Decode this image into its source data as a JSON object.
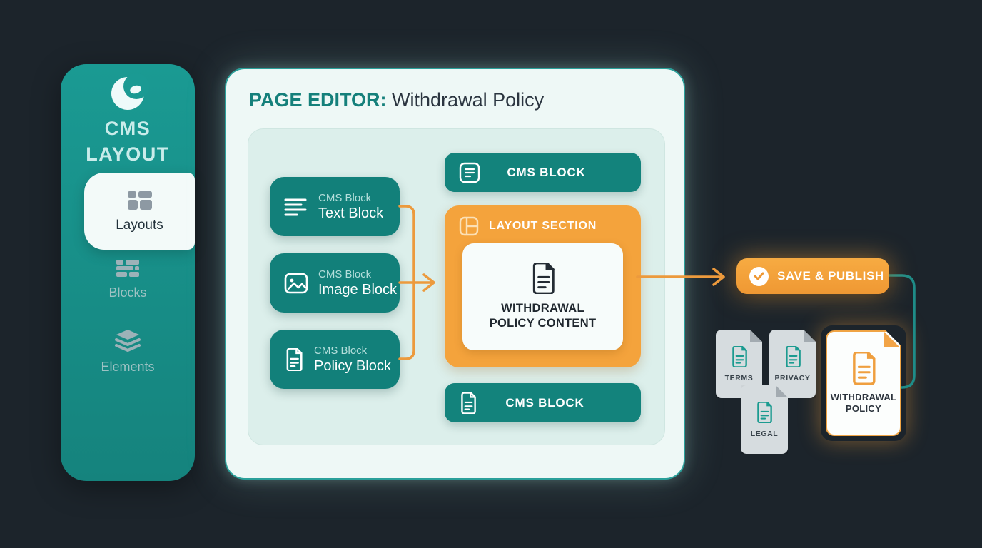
{
  "sidebar": {
    "title_line1": "CMS",
    "title_line2": "LAYOUT",
    "items": [
      {
        "label": "Layouts",
        "icon": "layouts-icon",
        "active": true
      },
      {
        "label": "Blocks",
        "icon": "blocks-icon",
        "active": false
      },
      {
        "label": "Elements",
        "icon": "elements-icon",
        "active": false
      }
    ]
  },
  "editor": {
    "title_prefix": "PAGE EDITOR:",
    "title": "Withdrawal Policy",
    "left_blocks": [
      {
        "type": "CMS Block",
        "name": "Text Block",
        "icon": "text-lines-icon"
      },
      {
        "type": "CMS Block",
        "name": "Image Block",
        "icon": "image-icon"
      },
      {
        "type": "CMS Block",
        "name": "Policy Block",
        "icon": "document-icon"
      }
    ],
    "cms_block_top": "CMS BLOCK",
    "layout_section": {
      "label": "LAYOUT SECTION",
      "icon": "layout-grid-icon",
      "content_card": {
        "line1": "WITHDRAWAL",
        "line2": "POLICY CONTENT",
        "icon": "document-icon"
      }
    },
    "cms_block_bottom": "CMS BLOCK"
  },
  "publish": {
    "label": "SAVE & PUBLISH",
    "icon": "check-circle-icon"
  },
  "documents": {
    "stack": [
      {
        "label": "TERMS",
        "icon": "document-icon"
      },
      {
        "label": "PRIVACY",
        "icon": "document-icon"
      },
      {
        "label": "LEGAL",
        "icon": "document-icon"
      }
    ],
    "output_card": {
      "line1": "WITHDRAWAL",
      "line2": "POLICY",
      "icon": "document-icon"
    }
  },
  "colors": {
    "background": "#1c242b",
    "sidebar_teal": "#1a9a93",
    "block_teal": "#12807a",
    "accent_orange": "#f4a33c",
    "panel_bg": "#eef8f6",
    "inner_panel_bg": "#dcefeb",
    "title_teal": "#15807b",
    "doc_gray": "#d6dcdf",
    "connector_teal": "#1e8c88"
  }
}
